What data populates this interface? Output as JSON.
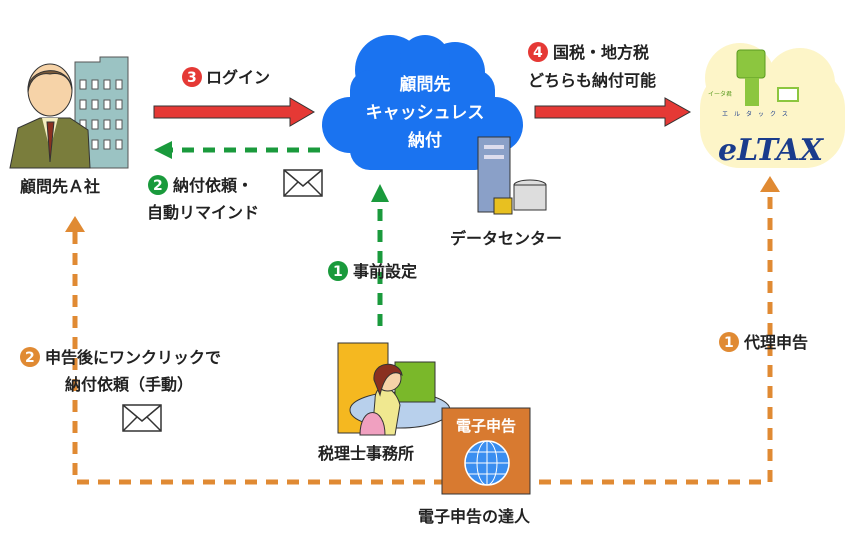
{
  "colors": {
    "red": "#e53935",
    "green": "#1a9a3c",
    "orange": "#e08a33",
    "cloud_blue": "#1a73f0",
    "eltax_bg": "#fdf5c8"
  },
  "client": {
    "label": "顧問先Ａ社"
  },
  "cloud": {
    "lines": [
      "顧問先",
      "キャッシュレス",
      "納付"
    ]
  },
  "datacenter": {
    "label": "データセンター"
  },
  "steps": {
    "login": {
      "num": "3",
      "label": "ログイン"
    },
    "request": {
      "num": "2",
      "lines": [
        "納付依頼・",
        "自動リマインド"
      ]
    },
    "setup": {
      "num": "1",
      "label": "事前設定"
    },
    "pay": {
      "num": "4",
      "lines": [
        "国税・地方税",
        "どちらも納付可能"
      ]
    },
    "manual": {
      "num": "2",
      "lines": [
        "申告後にワンクリックで",
        "納付依頼（手動）"
      ]
    },
    "proxy": {
      "num": "1",
      "label": "代理申告"
    }
  },
  "tax_office": {
    "label": "税理士事務所"
  },
  "efile": {
    "box_title": "電子申告",
    "label": "電子申告の達人"
  },
  "eltax": {
    "logo": "eLTAX",
    "kana": "エルタックス",
    "mascot": "イータ君"
  }
}
